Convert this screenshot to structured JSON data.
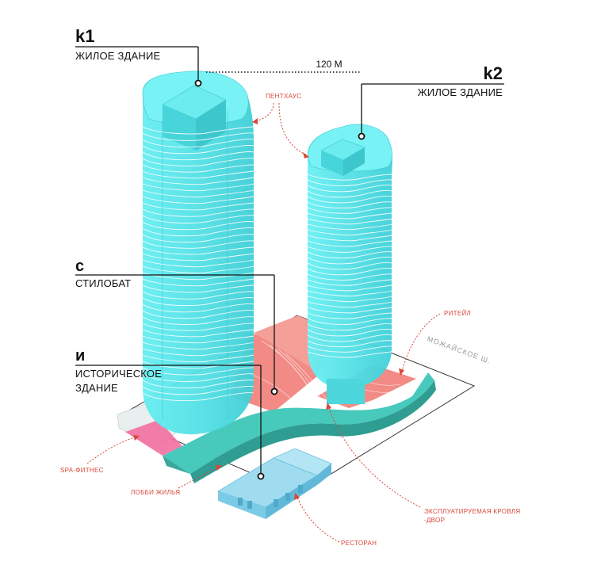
{
  "labels": {
    "k1": {
      "code": "k1",
      "title": "ЖИЛОЕ ЗДАНИЕ"
    },
    "k2": {
      "code": "k2",
      "title": "ЖИЛОЕ ЗДАНИЕ"
    },
    "c": {
      "code": "с",
      "title": "СТИЛОБАТ"
    },
    "i": {
      "code": "и",
      "title_line1": "ИСТОРИЧЕСКОЕ",
      "title_line2": "ЗДАНИЕ"
    },
    "height": "120 М"
  },
  "annotations": {
    "penthouse": "ПЕНТХАУС",
    "retail": "РИТЕЙЛ",
    "road": "МОЖАЙСКОЕ Ш.",
    "spa": "SPA-ФИТНЕС",
    "lobby": "ЛОББИ ЖИЛЬЯ",
    "roof_line1": "ЭКСПЛУАТИРУЕМАЯ КРОВЛЯ",
    "roof_line2": "-ДВОР",
    "restaurant": "РЕСТОРАН"
  },
  "colors": {
    "tower": "#5de6ea",
    "tower_dark": "#38c9cf",
    "podium_roof": "#f28b85",
    "podium_pink": "#f26fa0",
    "podium_teal": "#47c9bb",
    "historic": "#8fd4ec",
    "annotation_red": "#d9483b"
  }
}
